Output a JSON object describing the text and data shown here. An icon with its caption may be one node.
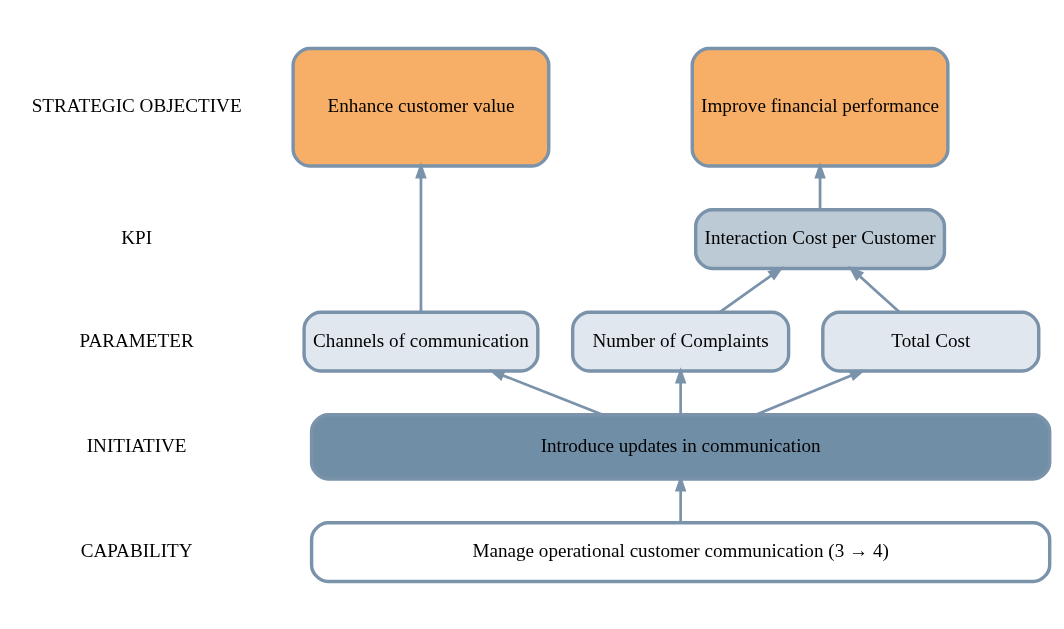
{
  "diagram": {
    "nodes": [
      {
        "text": [
          "Enhance customer value"
        ]
      },
      {
        "text": [
          "Improve financial performance"
        ]
      },
      {
        "text": [
          "Interaction Cost per Customer"
        ]
      },
      {
        "text": [
          "Channels of communication"
        ]
      },
      {
        "text": [
          "Number of Complaints"
        ]
      },
      {
        "text": [
          "Total Cost"
        ]
      },
      {
        "text": [
          "Introduce updates in communication"
        ]
      },
      {
        "text": [
          "Manage operational customer communication (3 → 4)"
        ]
      }
    ],
    "edges": [
      {
        "from": 3,
        "to": 0,
        "arrow": "to"
      },
      {
        "from": 2,
        "to": 1,
        "arrow": "to"
      },
      {
        "from": 4,
        "to": 2,
        "arrow": "to"
      },
      {
        "from": 5,
        "to": 2,
        "arrow": "to"
      },
      {
        "from": 6,
        "to": 3,
        "arrow": "to"
      },
      {
        "from": 6,
        "to": 4,
        "arrow": "to"
      },
      {
        "from": 6,
        "to": 5,
        "arrow": "to"
      },
      {
        "from": 7,
        "to": 6,
        "arrow": "to"
      }
    ],
    "labels": [
      "STRATEGIC OBJECTIVE",
      "KPI",
      "PARAMETER",
      "INITIATIVE",
      "CAPABILITY"
    ]
  }
}
